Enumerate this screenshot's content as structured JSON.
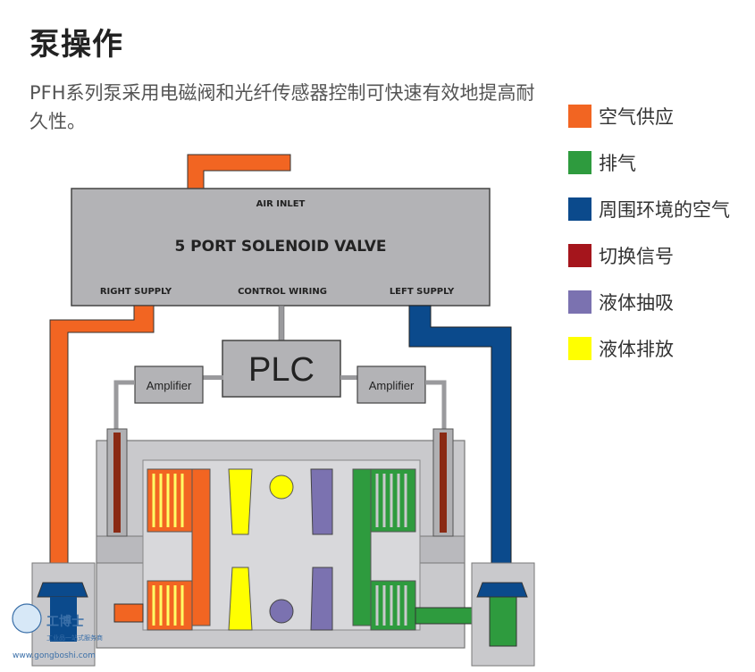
{
  "title": "泵操作",
  "description": "PFH系列泵采用电磁阀和光纤传感器控制可快速有效地提高耐久性。",
  "legend": [
    {
      "label": "空气供应",
      "color": "#f26522"
    },
    {
      "label": "排气",
      "color": "#2e9b3e"
    },
    {
      "label": "周围环境的空气",
      "color": "#0b4a8c"
    },
    {
      "label": "切换信号",
      "color": "#a5151c"
    },
    {
      "label": "液体抽吸",
      "color": "#7b72b0"
    },
    {
      "label": "液体排放",
      "color": "#ffff00"
    }
  ],
  "diagram": {
    "valve_title": "5 PORT SOLENOID VALVE",
    "air_inlet": "AIR INLET",
    "right_supply": "RIGHT SUPPLY",
    "control_wiring": "CONTROL WIRING",
    "left_supply": "LEFT SUPPLY",
    "plc": "PLC",
    "amplifier_left": "Amplifier",
    "amplifier_right": "Amplifier"
  },
  "watermark": {
    "brand": "工博士",
    "tagline": "工业品一站式服务商",
    "url": "www.gongboshi.com"
  }
}
